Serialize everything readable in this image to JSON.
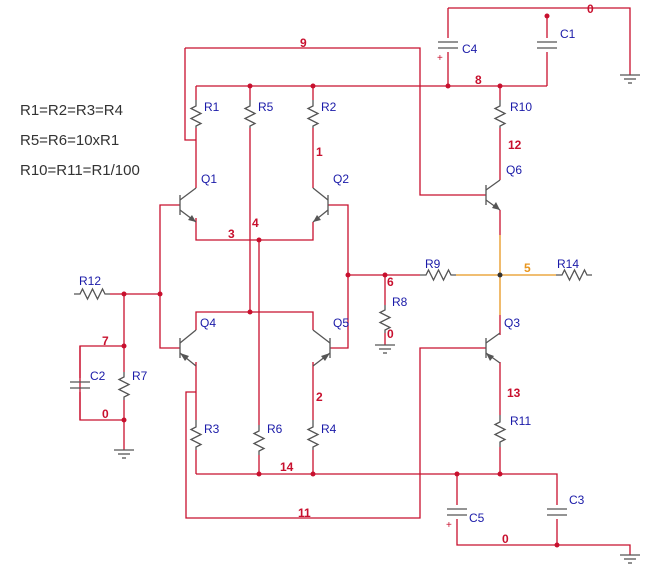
{
  "equations": [
    "R1=R2=R3=R4",
    "R5=R6=10xR1",
    "R10=R11=R1/100"
  ],
  "components": {
    "R1": "R1",
    "R2": "R2",
    "R3": "R3",
    "R4": "R4",
    "R5": "R5",
    "R6": "R6",
    "R7": "R7",
    "R8": "R8",
    "R9": "R9",
    "R10": "R10",
    "R11": "R11",
    "R12": "R12",
    "R14": "R14",
    "Q1": "Q1",
    "Q2": "Q2",
    "Q3": "Q3",
    "Q4": "Q4",
    "Q5": "Q5",
    "Q6": "Q6",
    "C1": "C1",
    "C2": "C2",
    "C3": "C3",
    "C4": "C4",
    "C5": "C5"
  },
  "nets": {
    "n0_top": "0",
    "n0_c2": "0",
    "n0_r8": "0",
    "n0_bottom": "0",
    "n1": "1",
    "n2": "2",
    "n3": "3",
    "n4": "4",
    "n5": "5",
    "n6": "6",
    "n7": "7",
    "n8": "8",
    "n9": "9",
    "n11": "11",
    "n12": "12",
    "n13": "13",
    "n14": "14"
  },
  "polarity": {
    "c4": "+",
    "c5": "+"
  },
  "colors": {
    "wire": "#c8102e",
    "output_wire": "#e8961e",
    "labels": "#1a1aa8"
  }
}
